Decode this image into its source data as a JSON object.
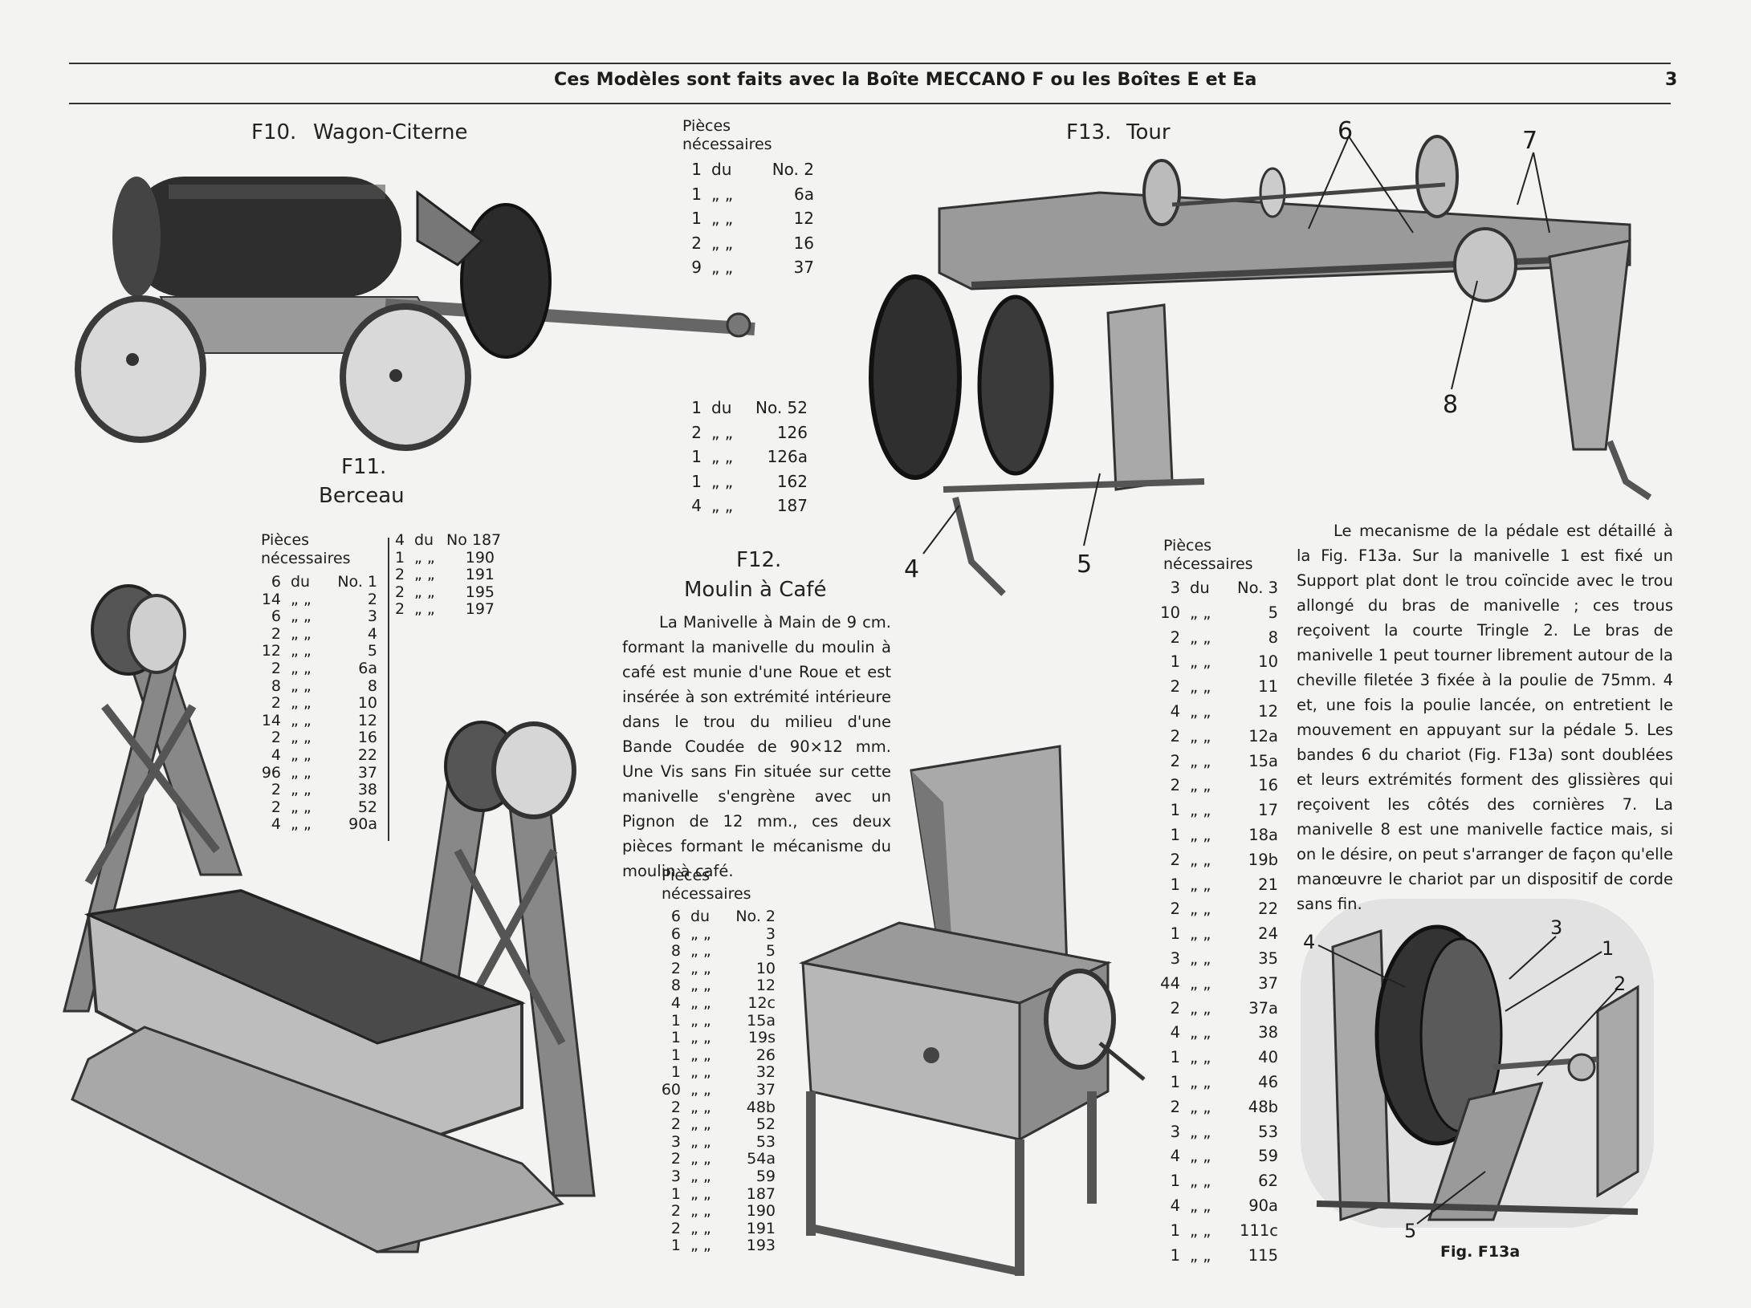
{
  "header": {
    "title": "Ces Modèles sont faits avec la Boîte MECCANO F ou les Boîtes E et Ea",
    "page_number": "3"
  },
  "f10": {
    "label": "F10.",
    "name": "Wagon-Citerne",
    "parts_heading_1": "Pièces",
    "parts_heading_2": "nécessaires",
    "parts": [
      {
        "q": "1",
        "d": "du",
        "n": "No. 2"
      },
      {
        "q": "1",
        "d": "„ „",
        "n": "6a"
      },
      {
        "q": "1",
        "d": "„ „",
        "n": "12"
      },
      {
        "q": "2",
        "d": "„ „",
        "n": "16"
      },
      {
        "q": "9",
        "d": "„ „",
        "n": "37"
      }
    ],
    "parts_b": [
      {
        "q": "1",
        "d": "du",
        "n": "No. 52"
      },
      {
        "q": "2",
        "d": "„ „",
        "n": "126"
      },
      {
        "q": "1",
        "d": "„ „",
        "n": "126a"
      },
      {
        "q": "1",
        "d": "„ „",
        "n": "162"
      },
      {
        "q": "4",
        "d": "„ „",
        "n": "187"
      }
    ]
  },
  "f11": {
    "label": "F11.",
    "name": "Berceau",
    "parts_heading_1": "Pièces",
    "parts_heading_2": "nécessaires",
    "parts_col1": [
      {
        "q": "6",
        "d": "du",
        "n": "No. 1"
      },
      {
        "q": "14",
        "d": "„ „",
        "n": "2"
      },
      {
        "q": "6",
        "d": "„ „",
        "n": "3"
      },
      {
        "q": "2",
        "d": "„ „",
        "n": "4"
      },
      {
        "q": "12",
        "d": "„ „",
        "n": "5"
      },
      {
        "q": "2",
        "d": "„ „",
        "n": "6a"
      },
      {
        "q": "8",
        "d": "„ „",
        "n": "8"
      },
      {
        "q": "2",
        "d": "„ „",
        "n": "10"
      },
      {
        "q": "14",
        "d": "„ „",
        "n": "12"
      },
      {
        "q": "2",
        "d": "„ „",
        "n": "16"
      },
      {
        "q": "4",
        "d": "„ „",
        "n": "22"
      },
      {
        "q": "96",
        "d": "„ „",
        "n": "37"
      },
      {
        "q": "2",
        "d": "„ „",
        "n": "38"
      },
      {
        "q": "2",
        "d": "„ „",
        "n": "52"
      },
      {
        "q": "4",
        "d": "„ „",
        "n": "90a"
      }
    ],
    "parts_col2": [
      {
        "q": "4",
        "d": "du",
        "n": "No 187"
      },
      {
        "q": "1",
        "d": "„ „",
        "n": "190"
      },
      {
        "q": "2",
        "d": "„ „",
        "n": "191"
      },
      {
        "q": "2",
        "d": "„ „",
        "n": "195"
      },
      {
        "q": "2",
        "d": "„ „",
        "n": "197"
      }
    ]
  },
  "f12": {
    "label": "F12.",
    "name": "Moulin à Café",
    "description": "La Manivelle à Main de 9 cm. formant la manivelle du moulin à café est munie d'une Roue et est insérée à son extrémité intérieure dans le trou du milieu d'une Bande Coudée de 90×12 mm. Une Vis sans Fin située sur cette manivelle s'engrène avec un Pignon de 12 mm., ces deux pièces formant le mécanisme du moulin à café.",
    "parts_heading_1": "Pièces",
    "parts_heading_2": "nécessaires",
    "parts": [
      {
        "q": "6",
        "d": "du",
        "n": "No. 2"
      },
      {
        "q": "6",
        "d": "„ „",
        "n": "3"
      },
      {
        "q": "8",
        "d": "„ „",
        "n": "5"
      },
      {
        "q": "2",
        "d": "„ „",
        "n": "10"
      },
      {
        "q": "8",
        "d": "„ „",
        "n": "12"
      },
      {
        "q": "4",
        "d": "„ „",
        "n": "12c"
      },
      {
        "q": "1",
        "d": "„ „",
        "n": "15a"
      },
      {
        "q": "1",
        "d": "„ „",
        "n": "19s"
      },
      {
        "q": "1",
        "d": "„ „",
        "n": "26"
      },
      {
        "q": "1",
        "d": "„ „",
        "n": "32"
      },
      {
        "q": "60",
        "d": "„ „",
        "n": "37"
      },
      {
        "q": "2",
        "d": "„ „",
        "n": "48b"
      },
      {
        "q": "2",
        "d": "„ „",
        "n": "52"
      },
      {
        "q": "3",
        "d": "„ „",
        "n": "53"
      },
      {
        "q": "2",
        "d": "„ „",
        "n": "54a"
      },
      {
        "q": "3",
        "d": "„ „",
        "n": "59"
      },
      {
        "q": "1",
        "d": "„ „",
        "n": "187"
      },
      {
        "q": "2",
        "d": "„ „",
        "n": "190"
      },
      {
        "q": "2",
        "d": "„ „",
        "n": "191"
      },
      {
        "q": "1",
        "d": "„ „",
        "n": "193"
      }
    ]
  },
  "f13": {
    "label": "F13.",
    "name": "Tour",
    "callouts": [
      "6",
      "7",
      "8",
      "4",
      "5"
    ],
    "parts_heading_1": "Pièces",
    "parts_heading_2": "nécessaires",
    "parts": [
      {
        "q": "3",
        "d": "du",
        "n": "No. 3"
      },
      {
        "q": "10",
        "d": "„ „",
        "n": "5"
      },
      {
        "q": "2",
        "d": "„ „",
        "n": "8"
      },
      {
        "q": "1",
        "d": "„ „",
        "n": "10"
      },
      {
        "q": "2",
        "d": "„ „",
        "n": "11"
      },
      {
        "q": "4",
        "d": "„ „",
        "n": "12"
      },
      {
        "q": "2",
        "d": "„ „",
        "n": "12a"
      },
      {
        "q": "2",
        "d": "„ „",
        "n": "15a"
      },
      {
        "q": "2",
        "d": "„ „",
        "n": "16"
      },
      {
        "q": "1",
        "d": "„ „",
        "n": "17"
      },
      {
        "q": "1",
        "d": "„ „",
        "n": "18a"
      },
      {
        "q": "2",
        "d": "„ „",
        "n": "19b"
      },
      {
        "q": "1",
        "d": "„ „",
        "n": "21"
      },
      {
        "q": "2",
        "d": "„ „",
        "n": "22"
      },
      {
        "q": "1",
        "d": "„ „",
        "n": "24"
      },
      {
        "q": "3",
        "d": "„ „",
        "n": "35"
      },
      {
        "q": "44",
        "d": "„ „",
        "n": "37"
      },
      {
        "q": "2",
        "d": "„ „",
        "n": "37a"
      },
      {
        "q": "4",
        "d": "„ „",
        "n": "38"
      },
      {
        "q": "1",
        "d": "„ „",
        "n": "40"
      },
      {
        "q": "1",
        "d": "„ „",
        "n": "46"
      },
      {
        "q": "2",
        "d": "„ „",
        "n": "48b"
      },
      {
        "q": "3",
        "d": "„ „",
        "n": "53"
      },
      {
        "q": "4",
        "d": "„ „",
        "n": "59"
      },
      {
        "q": "1",
        "d": "„ „",
        "n": "62"
      },
      {
        "q": "4",
        "d": "„ „",
        "n": "90a"
      },
      {
        "q": "1",
        "d": "„ „",
        "n": "111c"
      },
      {
        "q": "1",
        "d": "„ „",
        "n": "115"
      }
    ],
    "description": "Le mecanisme de la pédale est détaillé à la Fig. F13a. Sur la manivelle 1 est fixé un Support plat dont le trou coïncide avec le trou allongé du bras de manivelle ; ces trous reçoivent la courte Tringle 2. Le bras de manivelle 1 peut tourner librement autour de la cheville filetée 3 fixée à la poulie de 75mm. 4 et, une fois la poulie lancée, on entretient le mouvement en appuyant sur la pédale 5. Les bandes 6 du chariot (Fig. F13a) sont doublées et leurs extrémités forment des glissières qui reçoivent les côtés des cornières 7. La manivelle 8 est une manivelle factice mais, si on le désire, on peut s'arranger de façon qu'elle manœuvre le chariot par un dispositif de corde sans fin.",
    "fig_a_caption": "Fig. F13a",
    "fig_a_callouts": [
      "3",
      "4",
      "1",
      "2",
      "5"
    ]
  },
  "colors": {
    "paper": "#f3f3f1",
    "ink": "#1c1c1c",
    "metal_dark": "#3a3a3a",
    "metal_light": "#bdbdbd"
  }
}
